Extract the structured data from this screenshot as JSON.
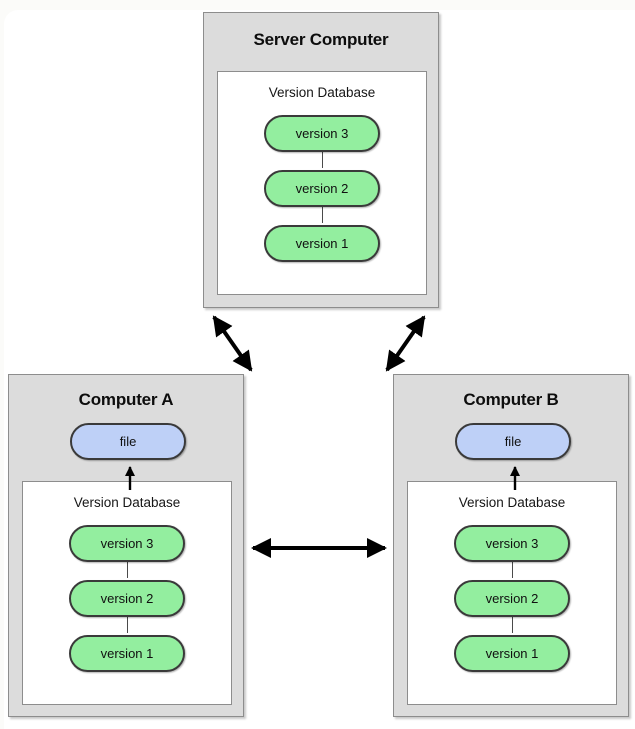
{
  "diagram": {
    "type": "distributed-version-control-architecture",
    "nodes": {
      "server": {
        "title": "Server Computer",
        "database": {
          "title": "Version Database",
          "versions": [
            "version 3",
            "version 2",
            "version 1"
          ]
        }
      },
      "computer_a": {
        "title": "Computer A",
        "file_label": "file",
        "database": {
          "title": "Version Database",
          "versions": [
            "version 3",
            "version 2",
            "version 1"
          ]
        }
      },
      "computer_b": {
        "title": "Computer B",
        "file_label": "file",
        "database": {
          "title": "Version Database",
          "versions": [
            "version 3",
            "version 2",
            "version 1"
          ]
        }
      }
    },
    "connections": [
      {
        "name": "server-to-computer-a",
        "style": "double-headed-arrow",
        "orientation": "diagonal"
      },
      {
        "name": "server-to-computer-b",
        "style": "double-headed-arrow",
        "orientation": "diagonal"
      },
      {
        "name": "computer-a-to-computer-b",
        "style": "double-headed-arrow",
        "orientation": "horizontal"
      },
      {
        "name": "database-to-file-a",
        "style": "single-headed-arrow",
        "orientation": "vertical-up"
      },
      {
        "name": "database-to-file-b",
        "style": "single-headed-arrow",
        "orientation": "vertical-up"
      }
    ]
  },
  "colors": {
    "version_pill": "#93ee9f",
    "file_pill": "#bed0f7",
    "machine_box": "#dcdcdc",
    "panel": "#ffffff",
    "border": "#8d8d8d",
    "pill_border": "#3a3a3a",
    "arrow": "#000000",
    "page_background": "#fbfbf9"
  }
}
